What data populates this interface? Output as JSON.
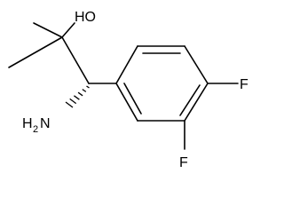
{
  "structure": {
    "atoms": {
      "hydroxyl": "HO",
      "amine_main": "H",
      "amine_sub": "2",
      "amine_n": "N",
      "fluorine_para": "F",
      "fluorine_meta": "F"
    }
  }
}
